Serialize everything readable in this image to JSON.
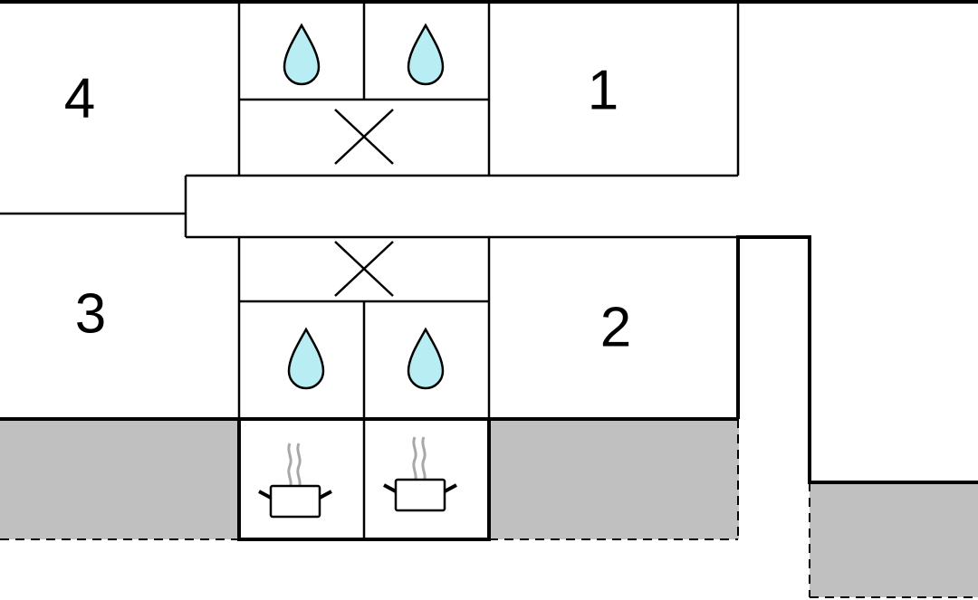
{
  "rooms": {
    "room_1": "1",
    "room_2": "2",
    "room_3": "3",
    "room_4": "4"
  },
  "icons": {
    "water": "water-drop-icon",
    "ventilation": "cross-icon",
    "cooking": "cooking-pot-icon"
  },
  "colors": {
    "water_fill": "#b8eef3",
    "shaded_area": "#c0c0c0",
    "steam": "#a8a8a8",
    "line": "#000000",
    "background": "#ffffff"
  }
}
